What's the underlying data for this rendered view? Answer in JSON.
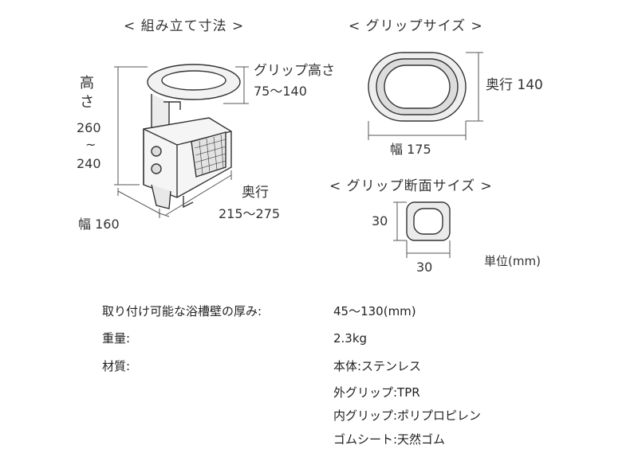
{
  "headings": {
    "assembled": "< 組み立て寸法 >",
    "grip_size": "< グリップサイズ >",
    "grip_section": "< グリップ断面サイズ >"
  },
  "assembled": {
    "height_label": "高",
    "height_label2": "さ",
    "height_max": "260",
    "height_tilde": "~",
    "height_min": "240",
    "grip_height_label": "グリップ高さ",
    "grip_height_value": "75～140",
    "depth_label": "奥行",
    "depth_value": "215～275",
    "width_label": "幅 160"
  },
  "grip_size": {
    "depth": "奥行 140",
    "width": "幅 175"
  },
  "grip_section": {
    "height": "30",
    "width": "30"
  },
  "unit": "単位(mm)",
  "specs": [
    {
      "label": "取り付け可能な浴槽壁の厚み:",
      "value": "45～130(mm)"
    },
    {
      "label": "重量:",
      "value": "2.3kg"
    },
    {
      "label": "材質:",
      "value": "本体:ステンレス"
    },
    {
      "label": "",
      "value": "外グリップ:TPR"
    },
    {
      "label": "",
      "value": "内グリップ:ポリプロピレン"
    },
    {
      "label": "",
      "value": "ゴムシート:天然ゴム"
    }
  ]
}
